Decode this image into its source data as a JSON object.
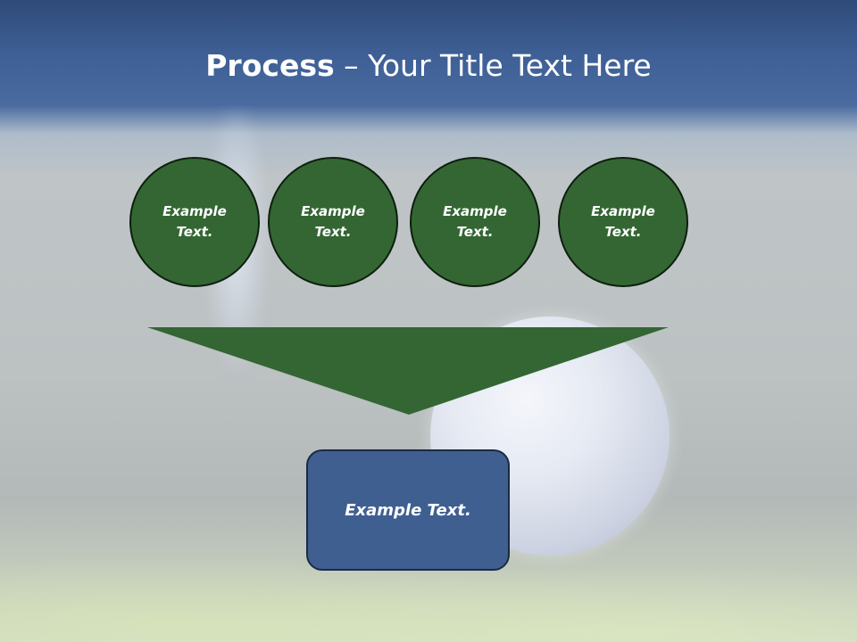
{
  "title": {
    "bold": "Process",
    "separator": " – ",
    "rest": "Your Title Text Here"
  },
  "steps": [
    {
      "label": "Example Text."
    },
    {
      "label": "Example Text."
    },
    {
      "label": "Example Text."
    },
    {
      "label": "Example Text."
    }
  ],
  "result": {
    "label": "Example Text."
  },
  "colors": {
    "step_fill": "#336633",
    "funnel_fill": "#336633",
    "result_fill": "#3f5f91",
    "header_blue": "#3e5f95"
  }
}
